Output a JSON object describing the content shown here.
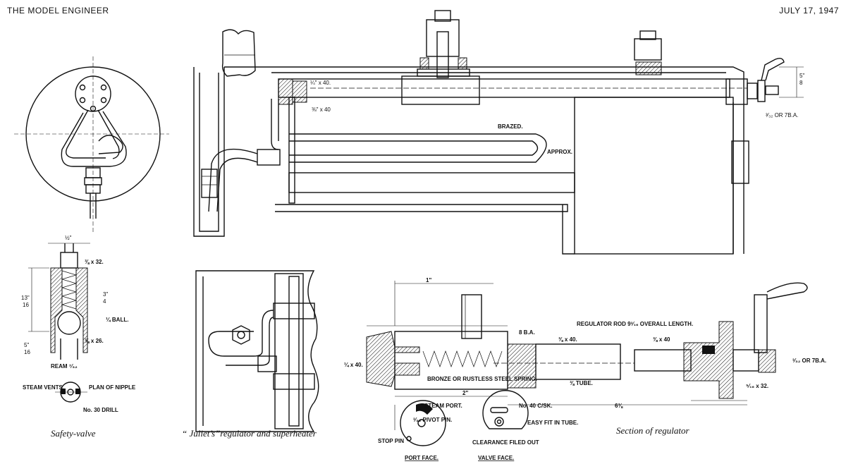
{
  "header": {
    "publication": "THE MODEL ENGINEER",
    "date": "JULY 17, 1947"
  },
  "captions": {
    "safety_valve": "Safety-valve",
    "regulator": "“ Juliet’s”regulator and superheater",
    "section": "Section of regulator"
  },
  "labels": {
    "brazed": "BRAZED.",
    "approx": "APPROX.",
    "x40_top": "¼\" x 40.",
    "x40_mid": "⅜\" x 40",
    "ba_top": "³⁄₃₂ OR 7B.A.",
    "ball": "¼ BALL.",
    "x32_sv": "⅜ x 32.",
    "x26": "⅜ x 26.",
    "ream": "REAM ⁷⁄₃₂",
    "steam_vents": "STEAM VENTS.",
    "plan_nipple": "PLAN OF NIPPLE",
    "drill": "No. 30 DRILL",
    "one_inch": "1\"",
    "regulator_rod": "REGULATOR ROD  9³⁄₁₆ OVERALL LENGTH.",
    "eight_ba": "8 B.A.",
    "x40_r1": "⅜ x 40.",
    "x40_r2": "⅜ x 40",
    "x40_left": "¼ x 40.",
    "ba_right": "³⁄₃₂ OR 7B.A.",
    "spring": "BRONZE OR RUSTLESS STEEL SPRING.",
    "tube": "⅜ TUBE.",
    "two_inch": "2\"",
    "six_in": "6⅜",
    "x32_r": "⁵⁄₁₆ x 32.",
    "steam_port": "STEAM PORT.",
    "pivot_pin": "³⁄₃₂ PIVOT PIN.",
    "stop_pin": "STOP PIN",
    "no40": "No. 40 C/SK.",
    "easy_fit": "EASY FIT IN TUBE.",
    "clearance": "CLEARANCE FILED OUT",
    "port_face": "PORT FACE.",
    "valve_face": "VALVE FACE."
  }
}
